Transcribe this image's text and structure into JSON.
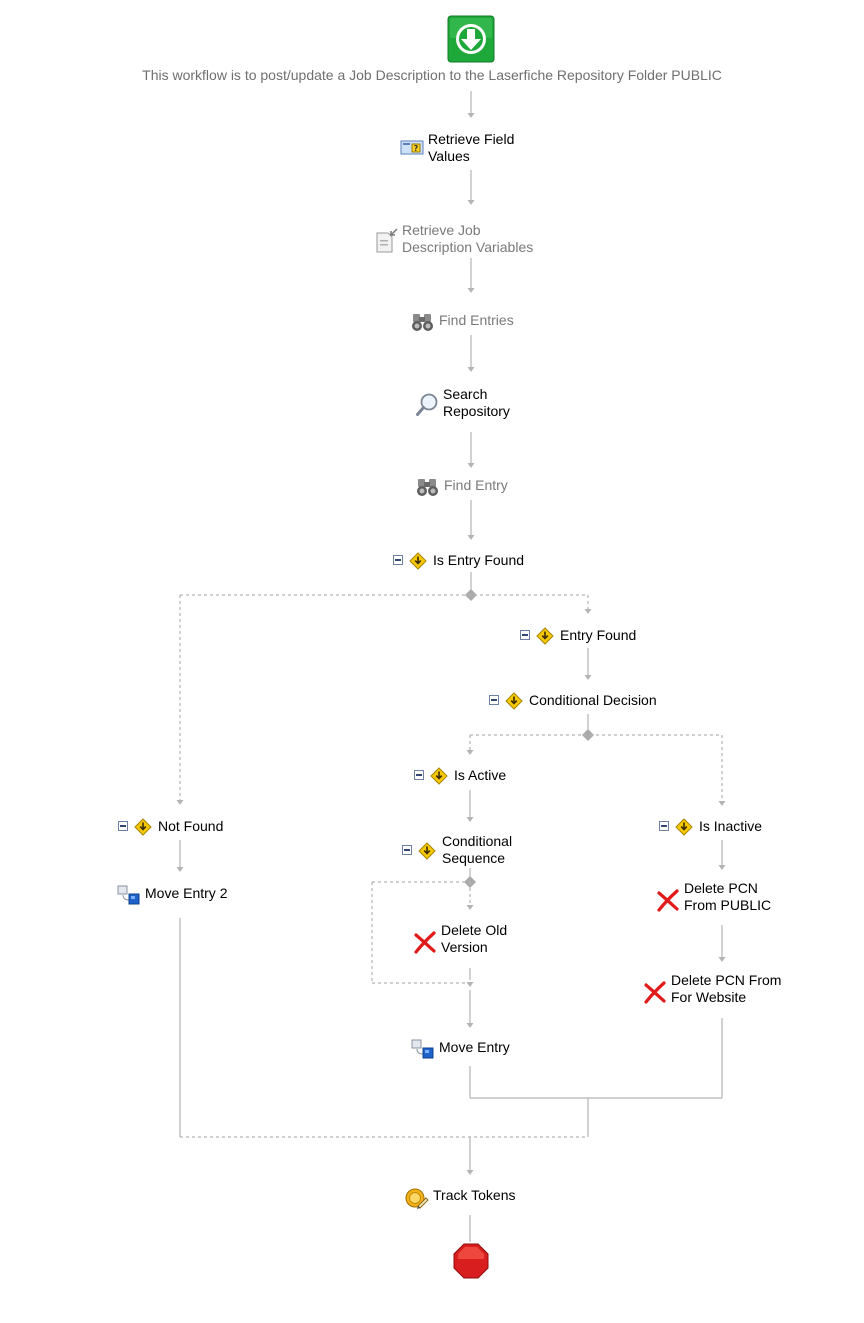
{
  "workflow": {
    "description": "This workflow is to post/update a Job Description to the Laserfiche Repository Folder PUBLIC",
    "colors": {
      "start": "#1fa83a",
      "stop": "#d81e1e",
      "connector": "#b4b4b4",
      "decision": "#f5c800",
      "delete": "#e11b1b",
      "disabled_text": "#7a7a7a"
    },
    "start_icon": "download-arrow-icon",
    "stop_icon": "stop-octagon-icon",
    "nodes": {
      "retrieve_field_values": {
        "line1": "Retrieve Field",
        "line2": "Values",
        "icon": "field-values-icon"
      },
      "retrieve_job_description_variables": {
        "line1": "Retrieve Job",
        "line2": "Description Variables",
        "icon": "document-arrow-icon",
        "disabled": true
      },
      "find_entries": {
        "label": "Find Entries",
        "icon": "binoculars-icon",
        "disabled": true
      },
      "search_repository": {
        "line1": "Search",
        "line2": "Repository",
        "icon": "magnifier-icon"
      },
      "find_entry": {
        "label": "Find Entry",
        "icon": "binoculars-icon",
        "disabled": true
      },
      "is_entry_found": {
        "label": "Is Entry Found",
        "icon": "decision-diamond-icon"
      },
      "entry_found": {
        "label": "Entry Found",
        "icon": "decision-diamond-icon"
      },
      "not_found": {
        "label": "Not Found",
        "icon": "decision-diamond-icon"
      },
      "conditional_decision": {
        "label": "Conditional Decision",
        "icon": "decision-diamond-icon"
      },
      "is_active": {
        "label": "Is Active",
        "icon": "decision-diamond-icon"
      },
      "is_inactive": {
        "label": "Is Inactive",
        "icon": "decision-diamond-icon"
      },
      "conditional_sequence": {
        "line1": "Conditional",
        "line2": "Sequence",
        "icon": "decision-diamond-icon"
      },
      "delete_old_version": {
        "line1": "Delete Old",
        "line2": "Version",
        "icon": "delete-x-icon"
      },
      "delete_pcn_from_public": {
        "line1": "Delete PCN",
        "line2": "From PUBLIC",
        "icon": "delete-x-icon"
      },
      "delete_pcn_from_for_website": {
        "line1": "Delete PCN From",
        "line2": "For Website",
        "icon": "delete-x-icon"
      },
      "move_entry": {
        "label": "Move Entry",
        "icon": "move-entry-icon"
      },
      "move_entry_2": {
        "label": "Move Entry 2",
        "icon": "move-entry-icon"
      },
      "track_tokens": {
        "label": "Track Tokens",
        "icon": "track-tokens-icon"
      }
    }
  }
}
